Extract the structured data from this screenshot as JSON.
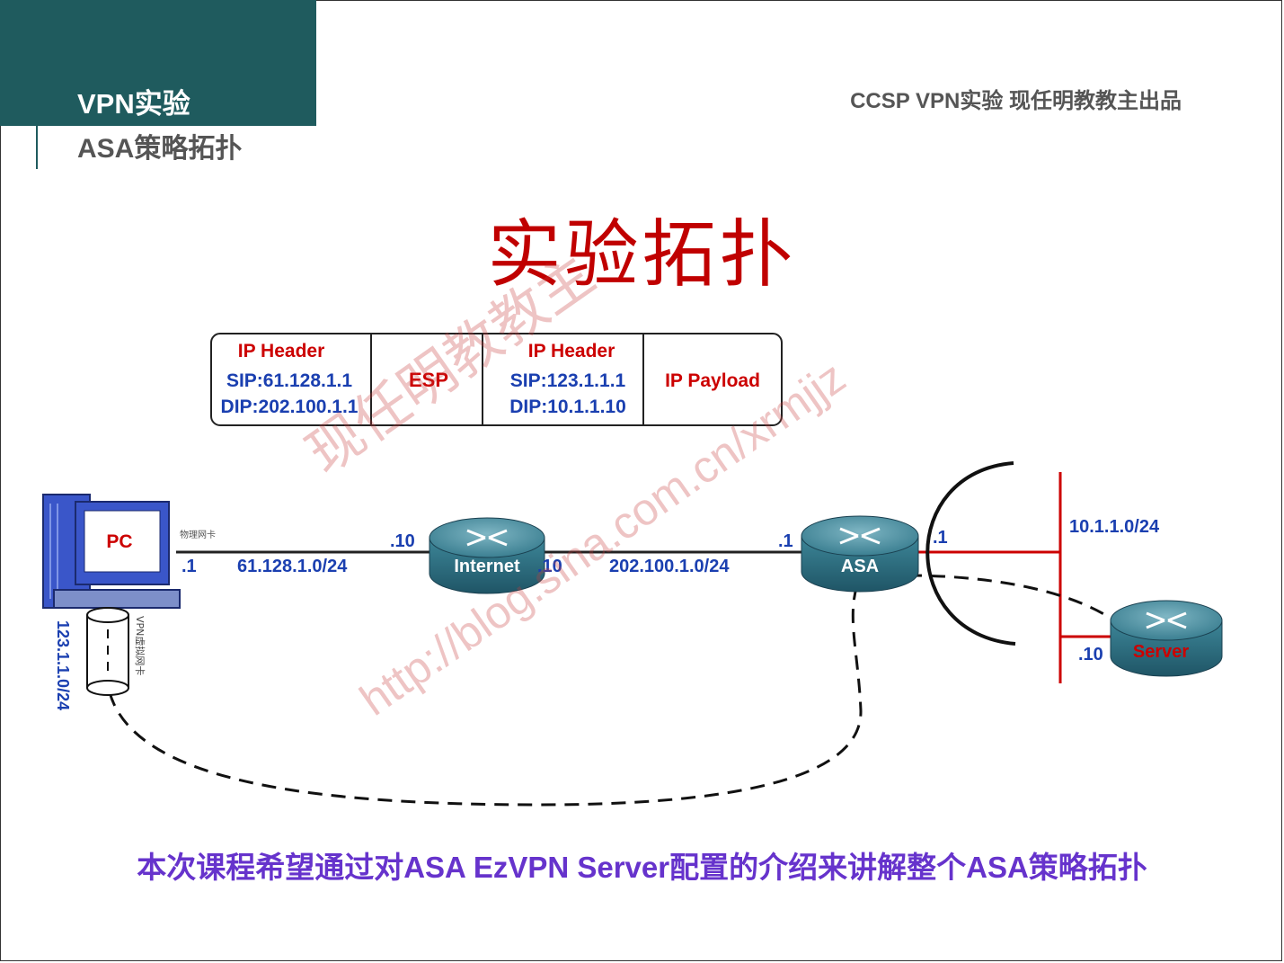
{
  "header": {
    "title": "VPN实验",
    "subtitle": "ASA策略拓扑",
    "credit": "CCSP VPN实验 现任明教教主出品"
  },
  "main_title": "实验拓扑",
  "packet": {
    "outer_ip_header": {
      "label": "IP Header",
      "sip": "SIP:61.128.1.1",
      "dip": "DIP:202.100.1.1"
    },
    "esp": "ESP",
    "inner_ip_header": {
      "label": "IP Header",
      "sip": "SIP:123.1.1.1",
      "dip": "DIP:10.1.1.10"
    },
    "payload": "IP Payload"
  },
  "topology": {
    "pc": {
      "label": "PC",
      "iface": ".1",
      "nic_note": "物理网卡",
      "vpn_note": "VPN虚拟网卡",
      "virtual_net": "123.1.1.0/24"
    },
    "link1": {
      "network": "61.128.1.0/24"
    },
    "internet": {
      "label": "Internet",
      "left_iface": ".10",
      "right_iface": ".10"
    },
    "link2": {
      "network": "202.100.1.0/24"
    },
    "asa": {
      "label": "ASA",
      "outside_iface": ".1",
      "inside_iface": ".1"
    },
    "inside_net": {
      "network": "10.1.1.0/24"
    },
    "server": {
      "label": "Server",
      "iface": ".10"
    }
  },
  "watermark": {
    "text": "现任明教教主",
    "url": "http://blog.sina.com.cn/xrmjjz"
  },
  "caption": "本次课程希望通过对ASA EzVPN Server配置的介绍来讲解整个ASA策略拓扑",
  "colors": {
    "teal": "#1f5b5e",
    "red": "#cc0000",
    "blue": "#1a3fb0",
    "purple": "#6633cc",
    "wan": "#1a3fb0"
  }
}
